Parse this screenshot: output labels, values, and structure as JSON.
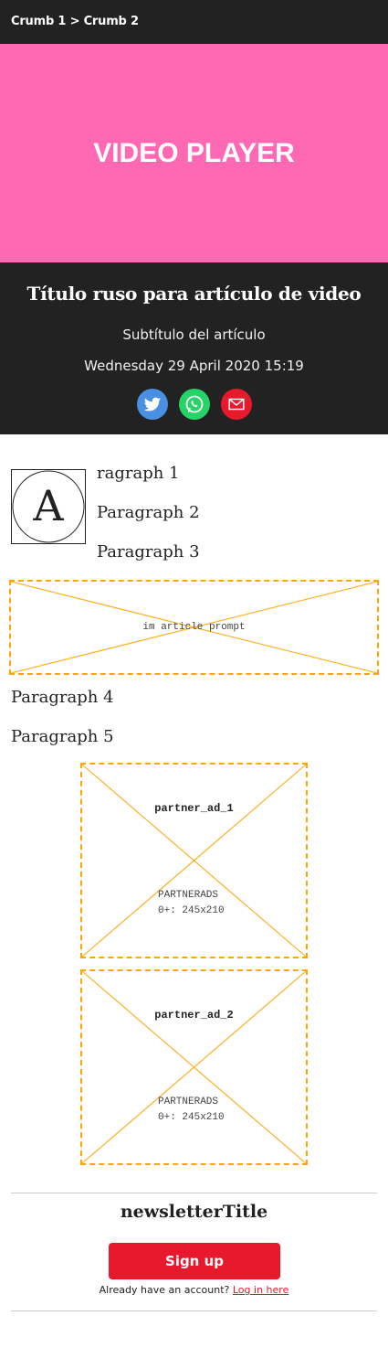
{
  "breadcrumb": {
    "crumb1": "Crumb 1",
    "separator": ">",
    "crumb2": "Crumb 2"
  },
  "video": {
    "label": "VIDEO PLAYER",
    "background": "#ff69b4"
  },
  "article": {
    "title": "Título ruso para artículo de video",
    "subtitle": "Subtítulo del artículo",
    "date": "Wednesday 29 April 2020 15:19",
    "dropcap": "A",
    "paragraphs": [
      "ragraph 1",
      "Paragraph 2",
      "Paragraph 3",
      "Paragraph 4",
      "Paragraph 5"
    ]
  },
  "share": {
    "twitter": {
      "icon": "twitter-icon",
      "color": "#4a90e2"
    },
    "whatsapp": {
      "icon": "whatsapp-icon",
      "color": "#25d366"
    },
    "email": {
      "icon": "email-icon",
      "color": "#e8192c"
    }
  },
  "ads": {
    "prompt": {
      "label": "im article prompt"
    },
    "partner1": {
      "title": "partner_ad_1",
      "line1": "PARTNERADS",
      "line2": "0+: 245x210"
    },
    "partner2": {
      "title": "partner_ad_2",
      "line1": "PARTNERADS",
      "line2": "0+: 245x210"
    }
  },
  "newsletter": {
    "title": "newsletterTitle",
    "signup_label": "Sign up",
    "login_prompt": "Already have an account?",
    "login_link": "Log in here"
  },
  "colors": {
    "dark": "#222222",
    "accent": "#e8192c",
    "ad_border": "#ffa500"
  }
}
